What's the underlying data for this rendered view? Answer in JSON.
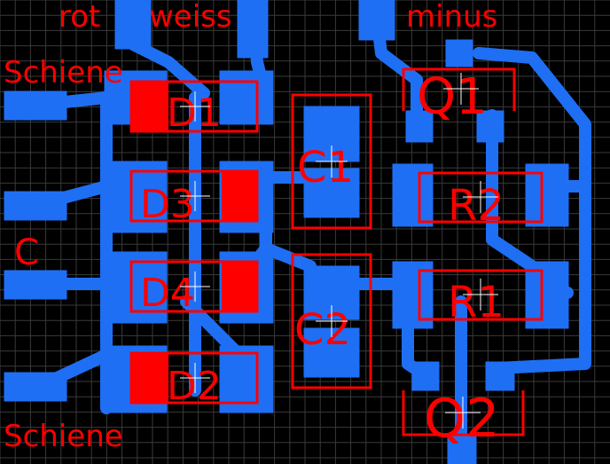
{
  "colors": {
    "background": "#000000",
    "grid": "#3a3a3a",
    "copper": "#1f6ff5",
    "silkscreen": "#ff0000",
    "origin": "#ffffff"
  },
  "net_labels": {
    "rot": "rot",
    "weiss": "weiss",
    "minus": "minus",
    "schiene_top": "Schiene",
    "c": "C",
    "schiene_bottom": "Schiene"
  },
  "components": {
    "d1": "D1",
    "d3": "D3",
    "d4": "D4",
    "d2": "D2",
    "c1": "C1",
    "c2": "C2",
    "q1": "Q1",
    "r2": "R2",
    "r1": "R1",
    "q2": "Q2"
  }
}
